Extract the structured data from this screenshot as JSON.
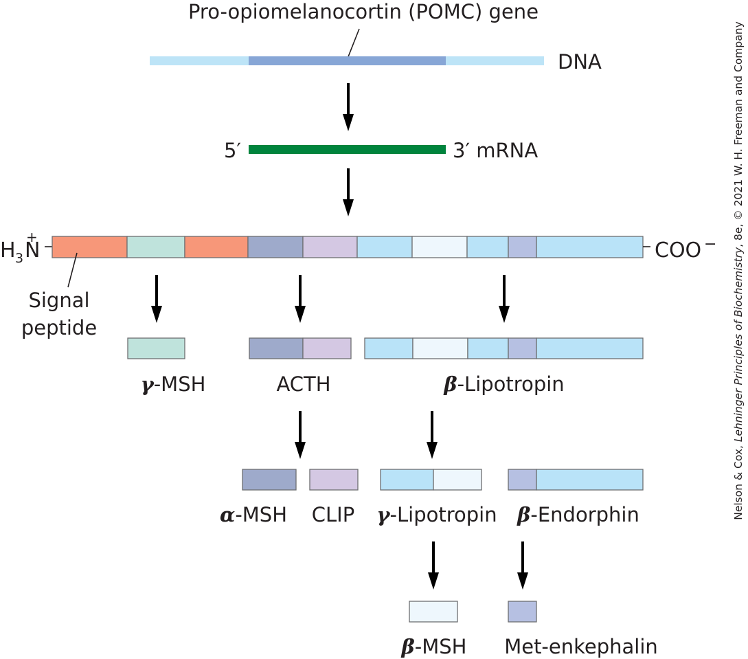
{
  "gene_label": "Pro-opiomelanocortin (POMC) gene",
  "dna_label": "DNA",
  "mrna": {
    "five_prime": "5′",
    "three_prime": "3′ mRNA"
  },
  "protein": {
    "n_terminus": {
      "h": "H",
      "sub": "3",
      "n": "N",
      "charge": "+"
    },
    "c_terminus": "COO",
    "c_charge": "−",
    "signal_label_1": "Signal",
    "signal_label_2": "peptide"
  },
  "products": {
    "gamma_msh": {
      "greek": "γ",
      "name": "-MSH"
    },
    "acth": "ACTH",
    "beta_lipotropin": {
      "greek": "β",
      "name": "-Lipotropin"
    },
    "alpha_msh": {
      "greek": "α",
      "name": "-MSH"
    },
    "clip": "CLIP",
    "gamma_lipotropin": {
      "greek": "γ",
      "name": "-Lipotropin"
    },
    "beta_endorphin": {
      "greek": "β",
      "name": "-Endorphin"
    },
    "beta_msh": {
      "greek": "β",
      "name": "-MSH"
    },
    "met_enkephalin": "Met-enkephalin"
  },
  "credit": {
    "prefix": "Nelson & Cox, ",
    "title": "Lehninger Principles of Biochemistry",
    "suffix": ", 8e, © 2021 W. H. Freeman and Company"
  },
  "colors": {
    "dna_light": "#bde4f7",
    "dna_gene": "#87a6d6",
    "mrna": "#00843d",
    "signal_peptide": "#f79779",
    "gamma_msh": "#bfe3dc",
    "alpha_msh": "#9eaacb",
    "clip": "#d4c8e3",
    "lipotropin": "#b9e3f8",
    "beta_msh": "#eef7fd",
    "met_enkephalin": "#b6c0e2"
  }
}
